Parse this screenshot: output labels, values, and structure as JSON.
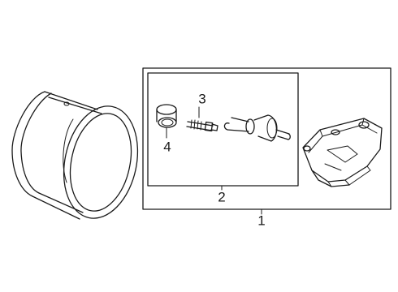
{
  "diagram": {
    "callouts": [
      {
        "label": "1"
      },
      {
        "label": "2"
      },
      {
        "label": "3"
      },
      {
        "label": "4"
      }
    ]
  }
}
